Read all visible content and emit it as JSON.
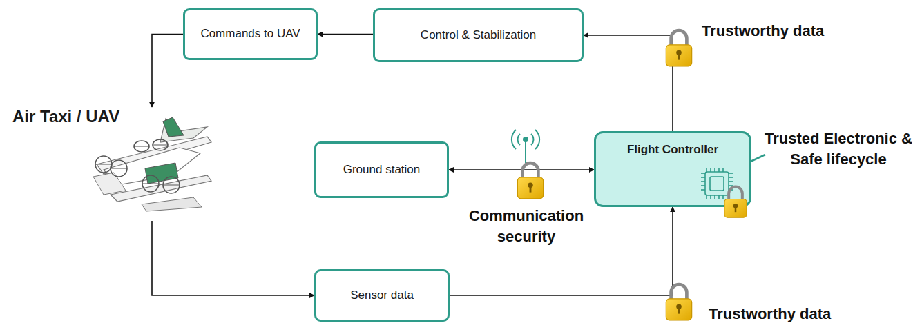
{
  "diagram": {
    "nodes": [
      {
        "text": [
          "Commands to UAV"
        ]
      },
      {
        "text": [
          "Control & Stabilization"
        ]
      },
      {
        "text": [
          "Air Taxi / UAV"
        ]
      },
      {
        "text": [
          "Ground station"
        ]
      },
      {
        "text": [
          "Flight Controller"
        ]
      },
      {
        "text": [
          "Sensor data"
        ]
      }
    ],
    "edges": [
      {
        "from": 1,
        "to": 0,
        "arrow": "to"
      },
      {
        "from": 0,
        "to": 2,
        "arrow": "to"
      },
      {
        "from": 2,
        "to": 5,
        "arrow": "to"
      },
      {
        "from": 5,
        "to": 4,
        "arrow": "to"
      },
      {
        "from": 4,
        "to": 1,
        "arrow": "to"
      },
      {
        "from": 3,
        "to": 4,
        "arrow": "both"
      }
    ],
    "labels": [
      "Trustworthy data",
      "Communication security",
      "Trusted Electronic & Safe lifecycle",
      "Trustworthy data"
    ]
  }
}
